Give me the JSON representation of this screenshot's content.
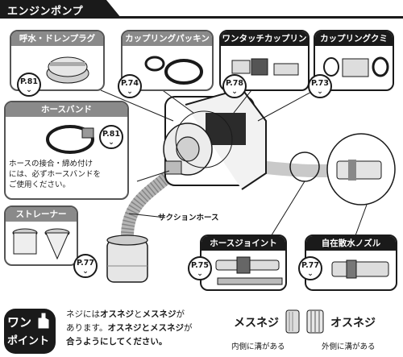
{
  "header": {
    "title": "エンジンポンプ"
  },
  "boxes": {
    "drain_plug": {
      "title": "呼水・ドレンプラグ",
      "ref": "P.81"
    },
    "coupling_packing": {
      "title": "カップリングパッキン",
      "ref": "P.74"
    },
    "one_touch": {
      "title": "ワンタッチカップリング",
      "ref": "P.78"
    },
    "coupling_set": {
      "title": "カップリングクミ",
      "ref": "P.73"
    },
    "hose_band": {
      "title": "ホースバンド",
      "ref": "P.81",
      "desc": [
        "ホースの接合・締め付け",
        "には、必ずホースバンドを",
        "ご使用ください。"
      ]
    },
    "strainer": {
      "title": "ストレーナー",
      "ref": "P.77"
    },
    "hose_joint": {
      "title": "ホースジョイント",
      "ref": "P.75"
    },
    "nozzle": {
      "title": "自在散水ノズル",
      "ref": "P.77"
    }
  },
  "labels": {
    "suction_hose": "サクションホース"
  },
  "tip": {
    "badge_line1": "ワン",
    "badge_line2": "ポイント",
    "line1_a": "ネジには",
    "line1_b": "オスネジ",
    "line1_c": "と",
    "line1_d": "メスネジ",
    "line1_e": "が",
    "line2_a": "あります。",
    "line2_b": "オスネジとメスネジ",
    "line2_c": "が",
    "line3": "合うようにしてください。",
    "female_title": "メスネジ",
    "female_caption": "内側に溝がある",
    "male_title": "オスネジ",
    "male_caption": "外側に溝がある"
  },
  "colors": {
    "dark": "#1a1a1a",
    "gray": "#8a8a8a",
    "hose": "#b5b5b5"
  }
}
